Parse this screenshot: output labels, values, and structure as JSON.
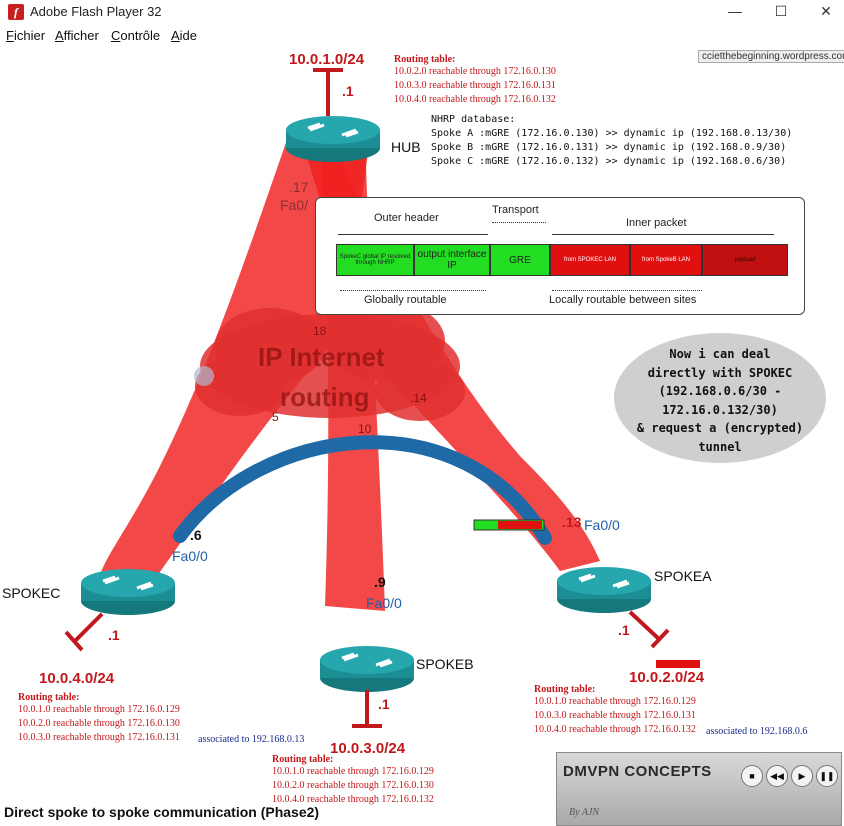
{
  "window": {
    "title": "Adobe Flash Player 32",
    "app_icon": "flash-icon",
    "minimize": "—",
    "maximize": "☐",
    "close": "✕"
  },
  "menu": {
    "items": [
      "Fichier",
      "Afficher",
      "Contrôle",
      "Aide"
    ]
  },
  "slide": {
    "watermark": "ccietthebeginning.wordpress.com",
    "hub": {
      "name": "HUB",
      "network": "10.0.1.0/24",
      "host": ".1",
      "routing_title": "Routing table:",
      "routing": [
        "10.0.2.0 reachable through 172.16.0.130",
        "10.0.3.0 reachable through 172.16.0.131",
        "10.0.4.0 reachable through 172.16.0.132"
      ],
      "nhrp_title": "NHRP database:",
      "nhrp": [
        "Spoke A :mGRE (172.16.0.130) >> dynamic ip (192.168.0.13/30)",
        "Spoke B :mGRE (172.16.0.131) >> dynamic ip (192.168.0.9/30)",
        "Spoke C :mGRE (172.16.0.132) >> dynamic ip (192.168.0.6/30)"
      ],
      "if_addr": ".17",
      "if_name": "Fa0/"
    },
    "packet": {
      "outer_header": "Outer header",
      "transport": "Transport",
      "inner_packet": "Inner packet",
      "seg_spokec": "SpokeC global IP resolved through NHRP",
      "seg_output": "output interface IP",
      "seg_gre": "GRE",
      "seg_from_c": "from SPOKEC LAN",
      "seg_from_b": "from SpokeB LAN",
      "seg_payload": "payload",
      "globally": "Globally routable",
      "locally": "Locally routable between sites"
    },
    "cloud": {
      "line1": "IP Internet",
      "line2": "routing",
      "n18": "18",
      "n14": ".14",
      "n10": "10",
      "n5": "5"
    },
    "bubble": {
      "lines": [
        "Now i can deal",
        "directly with SPOKEC",
        "(192.168.0.6/30 -",
        "172.16.0.132/30)",
        "& request a (encrypted)",
        "tunnel"
      ]
    },
    "spokec": {
      "name": "SPOKEC",
      "network": "10.0.4.0/24",
      "host": ".1",
      "if_addr": ".6",
      "if_name": "Fa0/0",
      "routing_title": "Routing table:",
      "routing": [
        "10.0.1.0 reachable through 172.16.0.129",
        "10.0.2.0 reachable through 172.16.0.130",
        "10.0.3.0 reachable through 172.16.0.131"
      ],
      "assoc": "associated to 192.168.0.13"
    },
    "spokeb": {
      "name": "SPOKEB",
      "network": "10.0.3.0/24",
      "host": ".1",
      "if_addr": ".9",
      "if_name": "Fa0/0",
      "routing_title": "Routing table:",
      "routing": [
        "10.0.1.0 reachable through 172.16.0.129",
        "10.0.2.0 reachable through 172.16.0.130",
        "10.0.4.0 reachable through 172.16.0.132"
      ]
    },
    "spokea": {
      "name": "SPOKEA",
      "network": "10.0.2.0/24",
      "host": ".1",
      "if_addr": ".13",
      "if_name": "Fa0/0",
      "routing_title": "Routing table:",
      "routing": [
        "10.0.1.0 reachable through 172.16.0.129",
        "10.0.3.0 reachable through 172.16.0.131",
        "10.0.4.0 reachable through 172.16.0.132"
      ],
      "assoc": "associated to 192.168.0.6"
    },
    "footer": "Direct spoke to spoke communication (Phase2)"
  },
  "player": {
    "title": "DMVPN CONCEPTS",
    "stop": "■",
    "rewind": "◀◀",
    "play": "▶",
    "pause": "❚❚",
    "credit": "By AJN"
  },
  "colors": {
    "tunnel_red": "#f02020",
    "router_teal": "#1b8d93",
    "tunnel_blue": "#1f6aa6",
    "packet_green": "#22dd22"
  }
}
